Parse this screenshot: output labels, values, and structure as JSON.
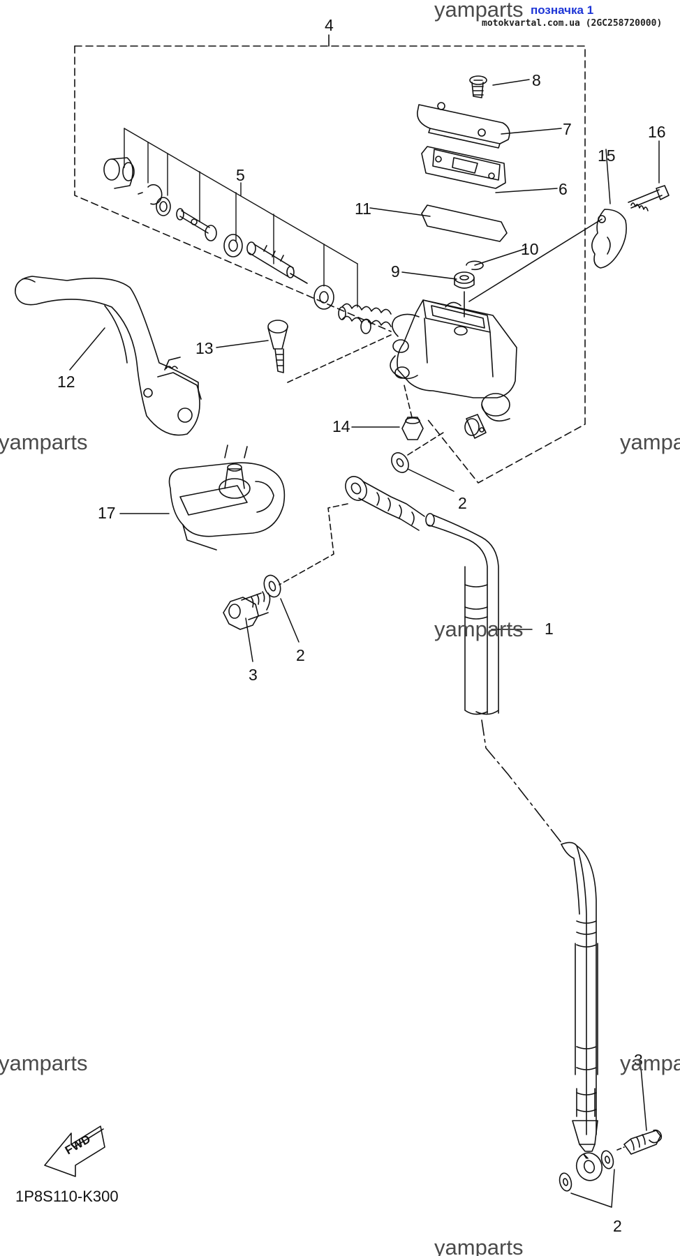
{
  "watermark": {
    "text": "yamparts",
    "badge": "позначка 1",
    "site": "motokvartal.com.ua (2GC258720000)"
  },
  "callouts": {
    "c1": "1",
    "c2a": "2",
    "c2b": "2",
    "c2c": "2",
    "c3a": "3",
    "c3b": "3",
    "c4": "4",
    "c5": "5",
    "c6": "6",
    "c7": "7",
    "c8": "8",
    "c9": "9",
    "c10": "10",
    "c11": "11",
    "c12": "12",
    "c13": "13",
    "c14": "14",
    "c15": "15",
    "c16": "16",
    "c17": "17"
  },
  "fwd_label": "FWD",
  "diagram_code": "1P8S110-K300"
}
